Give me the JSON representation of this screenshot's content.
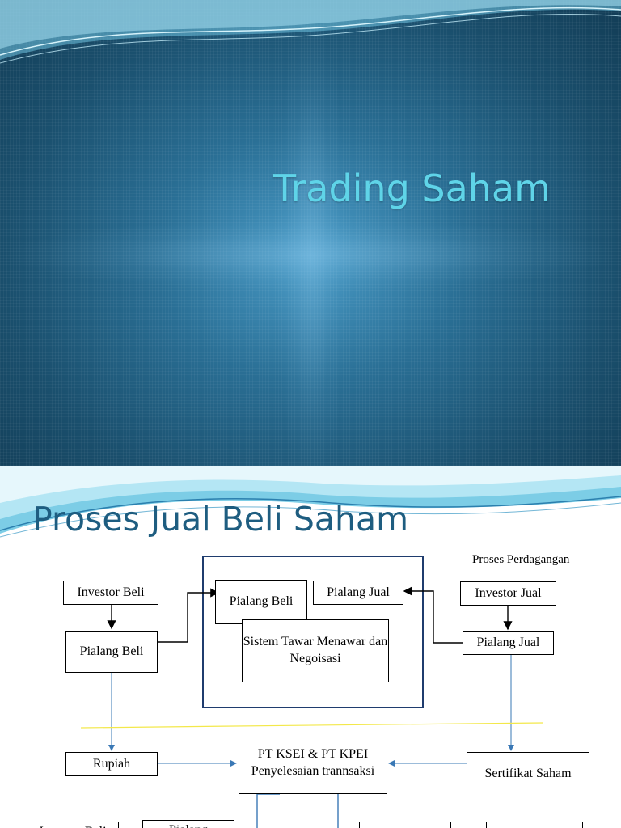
{
  "slide1": {
    "title": "Trading Saham",
    "colors": {
      "background": "#1a4f6d",
      "title": "#5fd4e8"
    }
  },
  "slide2": {
    "title": "Proses Jual Beli Saham",
    "subtitle": "Proses Perdagangan",
    "colors": {
      "title": "#1e5d80",
      "frame": "#1f3c6e",
      "connector": "#3a78b5",
      "divider": "#f3e84a"
    },
    "boxes": {
      "investor_beli": "Investor Beli",
      "pialang_beli_left": "Pialang Beli",
      "pialang_beli_inner": "Pialang Beli",
      "pialang_jual_inner": "Pialang Jual",
      "sistem_tawar": "Sistem Tawar Menawar dan Negoisasi",
      "investor_jual": "Investor Jual",
      "pialang_jual_right": "Pialang Jual",
      "rupiah": "Rupiah",
      "ptksei": "PT KSEI & PT KPEI Penyelesaian trannsaksi",
      "sertifikat": "Sertifikat Saham",
      "bottom1": "Investor Beli",
      "bottom2": "Pialang",
      "bottom3": "",
      "bottom4": ""
    }
  }
}
